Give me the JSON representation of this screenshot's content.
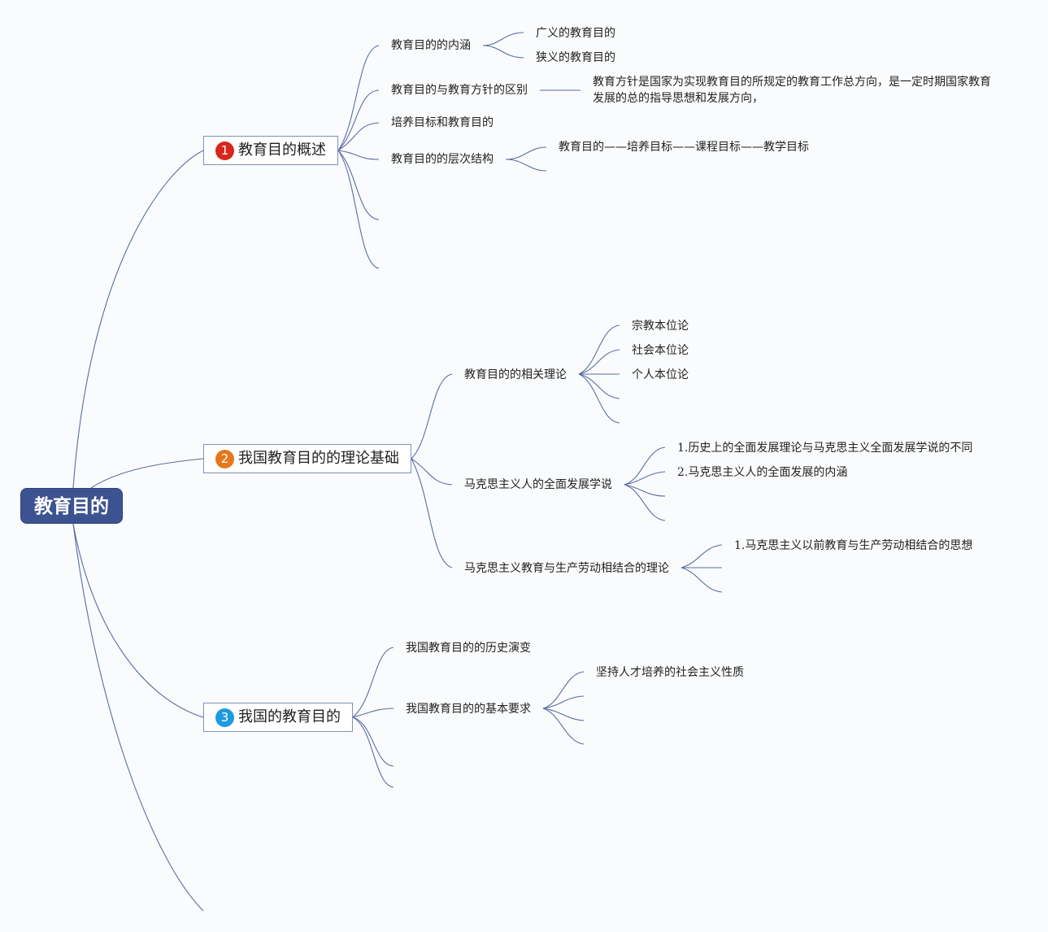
{
  "root": {
    "label": "教育目的"
  },
  "colors": {
    "root": "#3d5391",
    "line": "#5b6da4",
    "badge1": "#d7261e",
    "badge2": "#e6771b",
    "badge3": "#1e9be0"
  },
  "branches": [
    {
      "number": "1",
      "label": "教育目的概述",
      "children": [
        {
          "label": "教育目的的内涵",
          "children": [
            "广义的教育目的",
            "狭义的教育目的"
          ]
        },
        {
          "label": "教育目的与教育方针的区别",
          "children": [
            "教育方针是国家为实现教育目的所规定的教育工作总方向，是一定时期国家教育发展的总的指导思想和发展方向，"
          ]
        },
        {
          "label": "培养目标和教育目的",
          "children": []
        },
        {
          "label": "教育目的的层次结构",
          "children": [
            "教育目的——培养目标——课程目标——教学目标"
          ]
        }
      ]
    },
    {
      "number": "2",
      "label": "我国教育目的的理论基础",
      "children": [
        {
          "label": "教育目的的相关理论",
          "children": [
            "宗教本位论",
            "社会本位论",
            "个人本位论"
          ]
        },
        {
          "label": "马克思主义人的全面发展学说",
          "children": [
            "1.历史上的全面发展理论与马克思主义全面发展学说的不同",
            "2.马克思主义人的全面发展的内涵"
          ]
        },
        {
          "label": "马克思主义教育与生产劳动相结合的理论",
          "children": [
            "1.马克思主义以前教育与生产劳动相结合的思想"
          ]
        }
      ]
    },
    {
      "number": "3",
      "label": "我国的教育目的",
      "children": [
        {
          "label": "我国教育目的的历史演变",
          "children": []
        },
        {
          "label": "我国教育目的的基本要求",
          "children": [
            "坚持人才培养的社会主义性质"
          ]
        }
      ]
    }
  ]
}
